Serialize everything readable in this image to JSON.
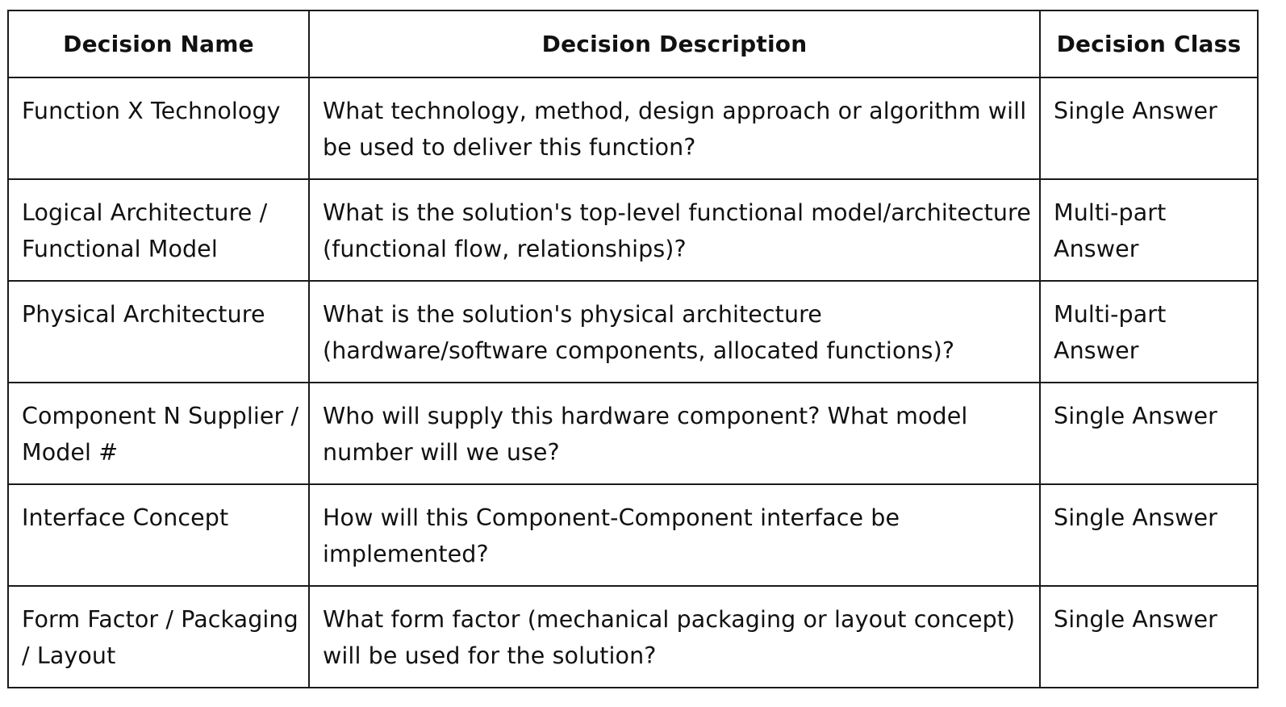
{
  "table": {
    "headers": {
      "name": "Decision Name",
      "description": "Decision Description",
      "class": "Decision Class"
    },
    "rows": [
      {
        "name": "Function X Technology",
        "description": "What technology, method, design approach or algorithm will be used to deliver this function?",
        "class": "Single Answer"
      },
      {
        "name": "Logical Architecture / Functional Model",
        "description": "What is the solution's top-level functional model/architecture (functional flow, relationships)?",
        "class": "Multi-part Answer"
      },
      {
        "name": "Physical Architecture",
        "description": "What is the solution's physical architecture (hardware/software components, allocated functions)?",
        "class": "Multi-part Answer"
      },
      {
        "name": "Component N Supplier / Model #",
        "description": "Who will supply this hardware component? What model number will we use?",
        "class": "Single Answer"
      },
      {
        "name": "Interface Concept",
        "description": "How will this Component-Component interface be implemented?",
        "class": "Single Answer"
      },
      {
        "name": "Form Factor / Packaging / Layout",
        "description": "What form factor (mechanical packaging or layout concept) will be used for the solution?",
        "class": "Single Answer"
      }
    ]
  }
}
